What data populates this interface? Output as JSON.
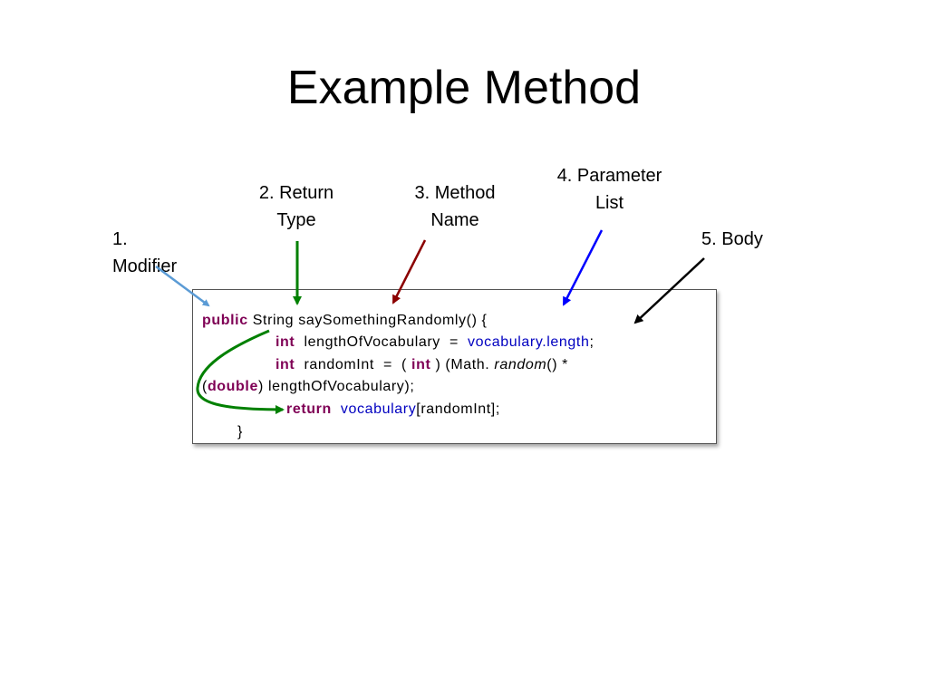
{
  "title": "Example Method",
  "labels": {
    "modifier": [
      "1.",
      "Modifier"
    ],
    "return_type": [
      "2. Return",
      "Type"
    ],
    "method_name": [
      "3. Method",
      "Name"
    ],
    "parameter_list": [
      "4. Parameter",
      "List"
    ],
    "body": [
      "5. Body"
    ]
  },
  "code": {
    "line1": {
      "modifier": "public",
      "return_type": "String",
      "method_name": "saySomethingRandomly",
      "params": "() {"
    },
    "line2": {
      "keyword": "int",
      "decl": "lengthOfVocabulary",
      "eq": "=",
      "field": "vocabulary.length",
      "end": ";"
    },
    "line3": {
      "keyword": "int",
      "decl": "randomInt",
      "eq": "=",
      "paren_open": "(",
      "cast_keyword": "int",
      "cast_close": ") (Math.",
      "method": "random",
      "rest": "()   *"
    },
    "line4": {
      "open": "(",
      "keyword": "double",
      "rest": ") lengthOfVocabulary);"
    },
    "line5": {
      "keyword": "return",
      "field": "vocabulary",
      "rest": "[randomInt];"
    },
    "line6": {
      "brace": "}"
    }
  },
  "colors": {
    "keyword": "#7f0055",
    "field": "#0000c0",
    "arrow_modifier": "#5b9bd5",
    "arrow_return_type": "#008000",
    "arrow_method_name": "#8b0000",
    "arrow_parameter_list": "#0000ff",
    "arrow_body": "#000000"
  }
}
